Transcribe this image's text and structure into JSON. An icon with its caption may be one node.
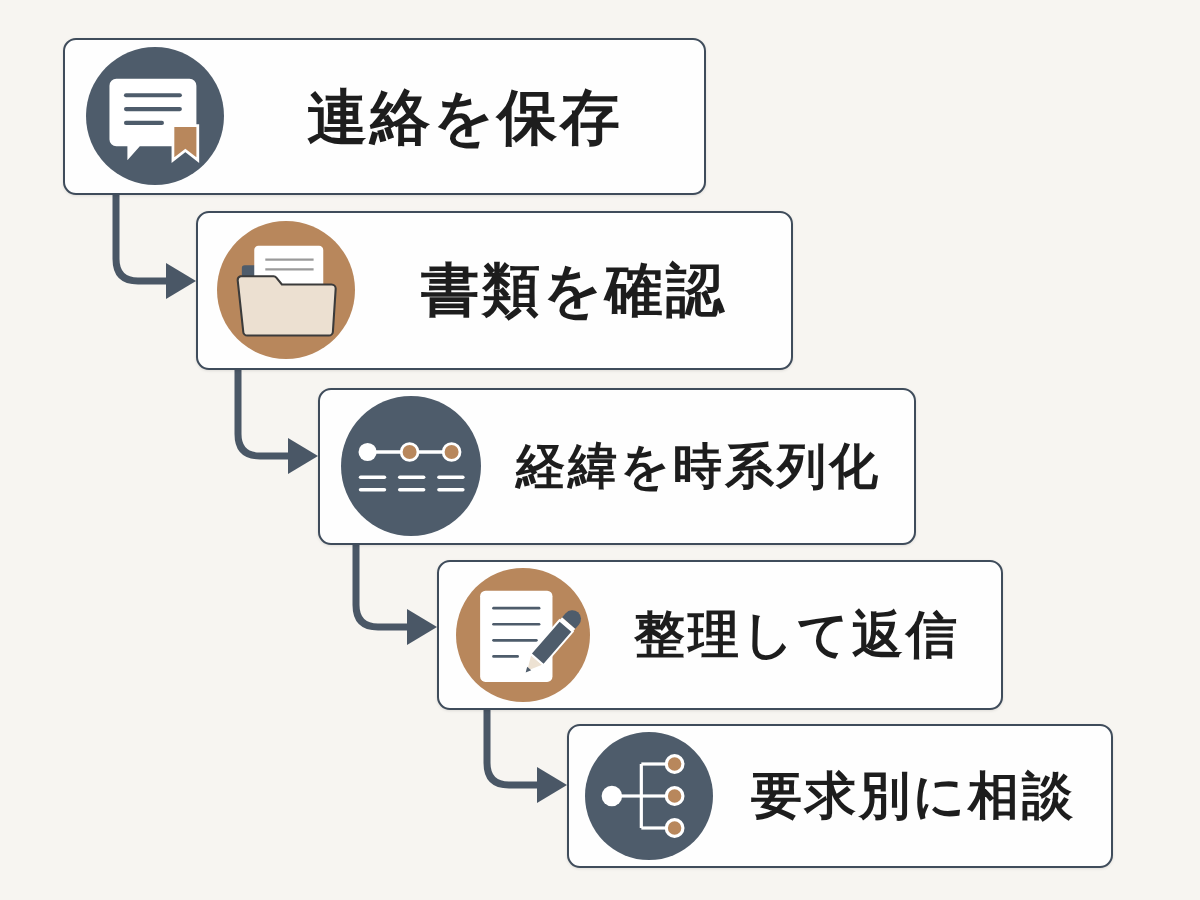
{
  "diagram": {
    "nodes": [
      {
        "text": [
          "連絡を保存"
        ]
      },
      {
        "text": [
          "書類を確認"
        ]
      },
      {
        "text": [
          "経緯を時系列化"
        ]
      },
      {
        "text": [
          "整理して返信"
        ]
      },
      {
        "text": [
          "要求別に相談"
        ]
      }
    ],
    "edges": [
      {
        "from": 0,
        "to": 1,
        "arrow": "to"
      },
      {
        "from": 1,
        "to": 2,
        "arrow": "to"
      },
      {
        "from": 2,
        "to": 3,
        "arrow": "to"
      },
      {
        "from": 3,
        "to": 4,
        "arrow": "to"
      }
    ]
  }
}
